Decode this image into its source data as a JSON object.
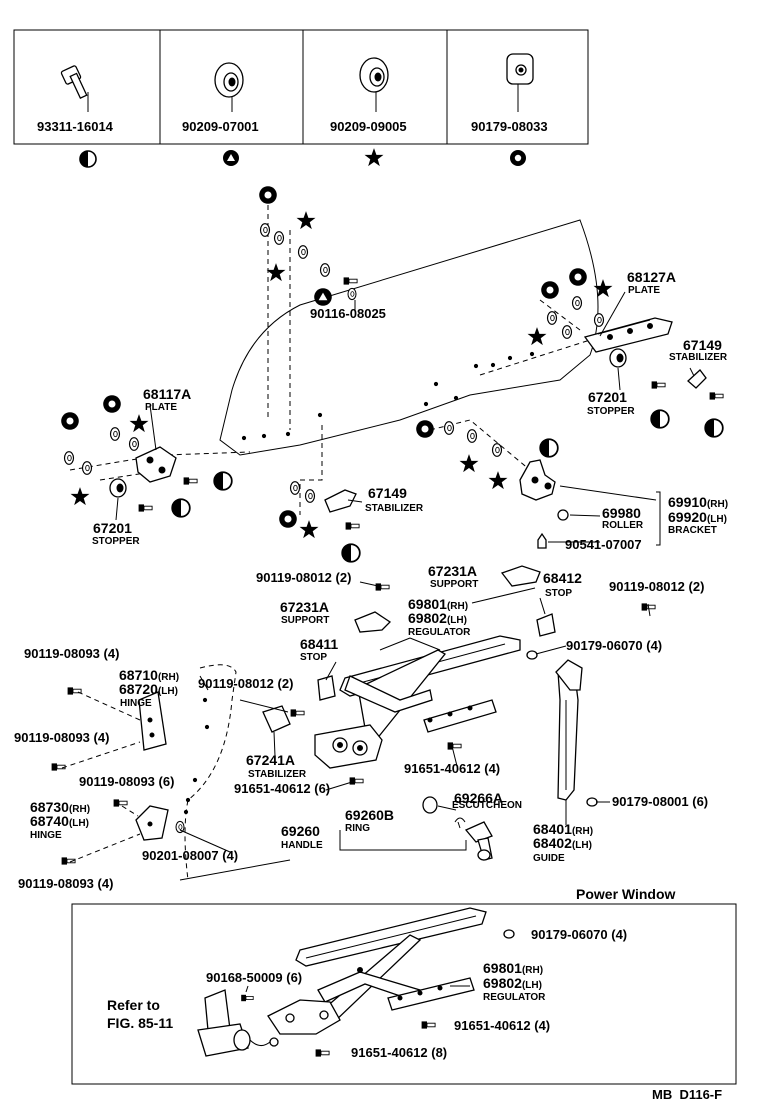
{
  "legend": [
    {
      "part": "93311-16014",
      "symbol": "half-circle"
    },
    {
      "part": "90209-07001",
      "symbol": "triangle-circle"
    },
    {
      "part": "90209-09005",
      "symbol": "star"
    },
    {
      "part": "90179-08033",
      "symbol": "ring-circle"
    }
  ],
  "labels": {
    "p90116_08025": "90116-08025",
    "p68127A": "68127A",
    "n_plate1": "PLATE",
    "p67149a": "67149",
    "n_stabilizer_a": "STABILIZER",
    "p67201a": "67201",
    "n_stopper_a": "STOPPER",
    "p68117A": "68117A",
    "n_plate2": "PLATE",
    "p67201b": "67201",
    "n_stopper_b": "STOPPER",
    "p67149b": "67149",
    "n_stabilizer_b": "STABILIZER",
    "p69980": "69980",
    "n_roller": "ROLLER",
    "p69910": "69910",
    "p69910_sfx": "(RH)",
    "p69920": "69920",
    "p69920_sfx": "(LH)",
    "n_bracket": "BRACKET",
    "p90541": "90541-07007",
    "p90119_08012a": "90119-08012 (2)",
    "p67231Aa": "67231A",
    "n_support_a": "SUPPORT",
    "p68412": "68412",
    "n_stop_a": "STOP",
    "p90119_08012b": "90119-08012 (2)",
    "p67231Ab": "67231A",
    "n_support_b": "SUPPORT",
    "p69801": "69801",
    "p69801_sfx": "(RH)",
    "p69802": "69802",
    "p69802_sfx": "(LH)",
    "n_regulator": "REGULATOR",
    "p90119_08093a": "90119-08093 (4)",
    "p68411": "68411",
    "n_stop_b": "STOP",
    "p90179_06070": "90179-06070 (4)",
    "p68710": "68710",
    "p68710_sfx": "(RH)",
    "p68720": "68720",
    "p68720_sfx": "(LH)",
    "n_hinge_a": "HINGE",
    "p90119_08012c": "90119-08012 (2)",
    "p90119_08093b": "90119-08093 (4)",
    "p67241A": "67241A",
    "n_stabilizer_c": "STABILIZER",
    "p91651_40612a": "91651-40612 (4)",
    "p90119_08093c": "90119-08093 (6)",
    "p91651_40612b": "91651-40612 (6)",
    "p69260B": "69260B",
    "n_ring": "RING",
    "p69266A": "69266A",
    "n_escutcheon": "ESCUTCHEON",
    "p90179_08001": "90179-08001 (6)",
    "p68730": "68730",
    "p68730_sfx": "(RH)",
    "p68740": "68740",
    "p68740_sfx": "(LH)",
    "n_hinge_b": "HINGE",
    "p69260": "69260",
    "n_handle": "HANDLE",
    "p68401": "68401",
    "p68401_sfx": "(RH)",
    "p68402": "68402",
    "p68402_sfx": "(LH)",
    "n_guide": "GUIDE",
    "p90201": "90201-08007 (4)",
    "p90119_08093d": "90119-08093 (4)"
  },
  "power_window": {
    "title": "Power Window",
    "p90179_06070": "90179-06070 (4)",
    "p90168": "90168-50009 (6)",
    "p69801": "69801",
    "p69801_sfx": "(RH)",
    "p69802": "69802",
    "p69802_sfx": "(LH)",
    "n_regulator": "REGULATOR",
    "refer1": "Refer to",
    "refer2": "FIG. 85-11",
    "p91651_40612a": "91651-40612 (4)",
    "p91651_40612b": "91651-40612 (8)"
  },
  "footer": "MB  D116-F"
}
